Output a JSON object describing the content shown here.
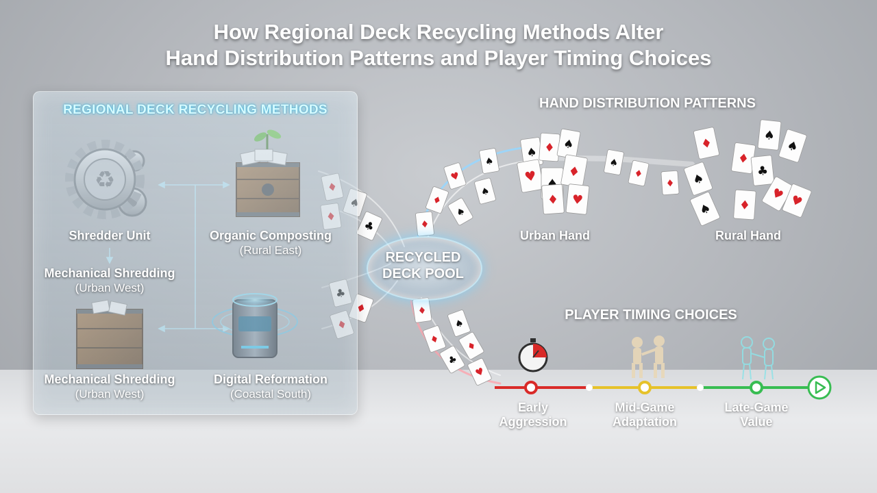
{
  "title": {
    "line1": "How Regional Deck Recycling Methods Alter",
    "line2": "Hand Distribution Patterns and Player Timing Choices"
  },
  "methods_panel": {
    "heading": "REGIONAL DECK RECYCLING METHODS",
    "shredder_label": "Shredder Unit",
    "shredding_top": {
      "name": "Mechanical Shredding",
      "region": "(Urban West)"
    },
    "composting": {
      "name": "Organic Composting",
      "region": "(Rural East)"
    },
    "shredding_bottom": {
      "name": "Mechanical Shredding",
      "region": "(Urban West)"
    },
    "digital": {
      "name": "Digital Reformation",
      "region": "(Coastal South)"
    }
  },
  "pool": {
    "line1": "RECYCLED",
    "line2": "DECK POOL"
  },
  "hand_distribution": {
    "heading": "HAND DISTRIBUTION PATTERNS",
    "urban_label": "Urban Hand",
    "rural_label": "Rural Hand"
  },
  "timing": {
    "heading": "PLAYER TIMING CHOICES",
    "stages": [
      {
        "line1": "Early",
        "line2": "Aggression",
        "color": "#e0322e"
      },
      {
        "line1": "Mid-Game",
        "line2": "Adaptation",
        "color": "#e8c22a"
      },
      {
        "line1": "Late-Game",
        "line2": "Value",
        "color": "#3cc25a"
      }
    ]
  },
  "icons": [
    "recycle-gear-icon",
    "compost-crate-icon",
    "wooden-crate-icon",
    "digital-reformer-icon",
    "stopwatch-icon",
    "play-icon"
  ],
  "colors": {
    "accent_cyan": "#5ad8ff",
    "red_suit": "#d8232a",
    "black_suit": "#111111"
  }
}
